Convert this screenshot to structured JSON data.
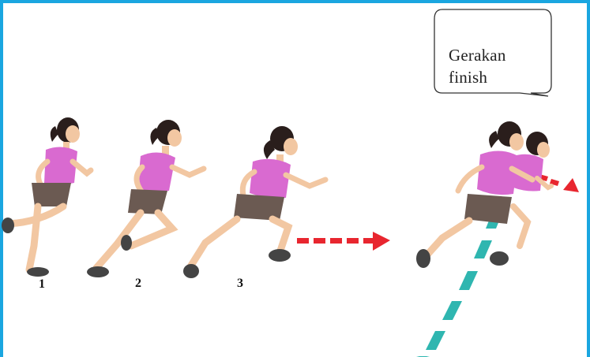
{
  "bubble": {
    "line1": "Gerakan",
    "line2": "finish"
  },
  "steps": [
    "1",
    "2",
    "3"
  ],
  "colors": {
    "border": "#1aa6e0",
    "shirt": "#d96ad0",
    "shorts": "#6b5a52",
    "hair": "#2a1e1c",
    "skin": "#f2c7a2",
    "arrow": "#e8262f",
    "finish_line": "#2fb6b0"
  }
}
